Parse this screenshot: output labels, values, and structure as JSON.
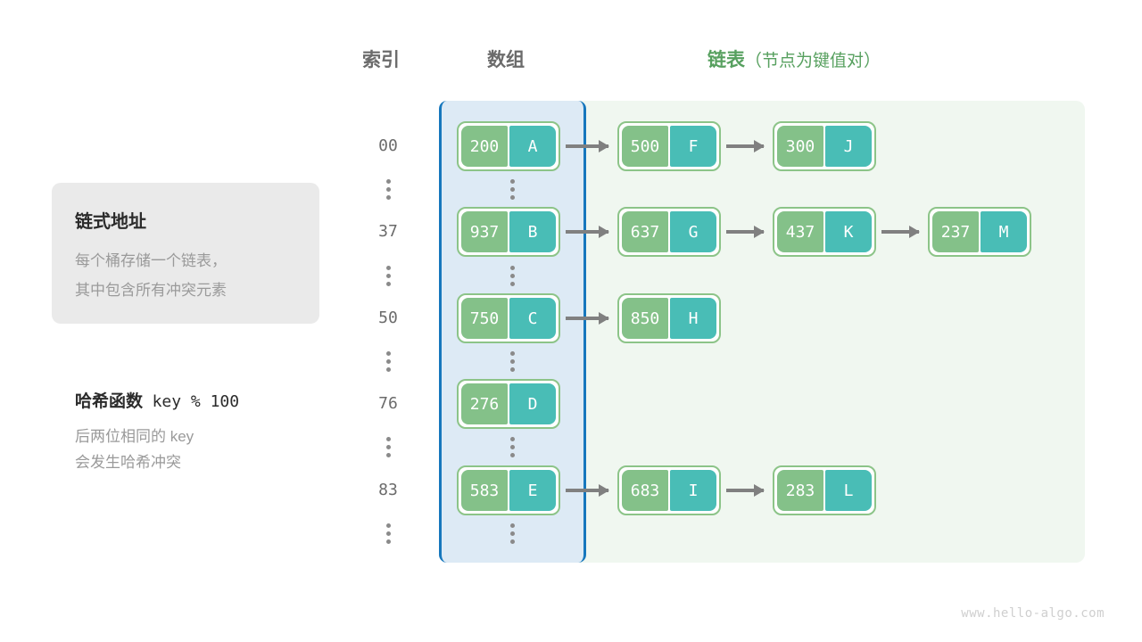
{
  "headers": {
    "index": "索引",
    "array": "数组",
    "list_main": "链表",
    "list_sub": "（节点为键值对）"
  },
  "info_card": {
    "title": "链式地址",
    "line1": "每个桶存储一个链表，",
    "line2": "其中包含所有冲突元素"
  },
  "hash_note": {
    "title_label": "哈希函数",
    "title_formula": "key % 100",
    "line1": "后两位相同的 key",
    "line2": "会发生哈希冲突"
  },
  "colors": {
    "key_cell": "#84c189",
    "value_cell": "#49bdb6",
    "node_border": "#8cc488",
    "array_region_bg": "#ddeaf5",
    "array_region_border": "#1677bd",
    "list_region_bg": "#f0f7f0",
    "arrow": "#808080",
    "accent_green": "#57a05f",
    "muted_text": "#9a9a9a"
  },
  "rows": [
    {
      "index": "00",
      "bucket": {
        "key": "200",
        "value": "A"
      },
      "chain": [
        {
          "key": "500",
          "value": "F"
        },
        {
          "key": "300",
          "value": "J"
        }
      ]
    },
    {
      "index": "37",
      "bucket": {
        "key": "937",
        "value": "B"
      },
      "chain": [
        {
          "key": "637",
          "value": "G"
        },
        {
          "key": "437",
          "value": "K"
        },
        {
          "key": "237",
          "value": "M"
        }
      ]
    },
    {
      "index": "50",
      "bucket": {
        "key": "750",
        "value": "C"
      },
      "chain": [
        {
          "key": "850",
          "value": "H"
        }
      ]
    },
    {
      "index": "76",
      "bucket": {
        "key": "276",
        "value": "D"
      },
      "chain": []
    },
    {
      "index": "83",
      "bucket": {
        "key": "583",
        "value": "E"
      },
      "chain": [
        {
          "key": "683",
          "value": "I"
        },
        {
          "key": "283",
          "value": "L"
        }
      ]
    }
  ],
  "ellipsis_count": 6,
  "watermark": "www.hello-algo.com"
}
